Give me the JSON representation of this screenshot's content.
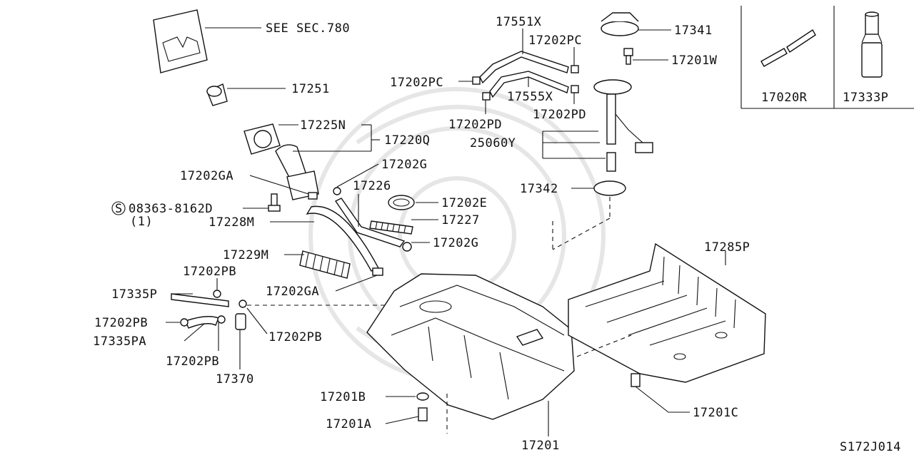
{
  "diagram_code": "S172J014",
  "labels": {
    "see_sec": "SEE SEC.780",
    "p17251": "17251",
    "p17225N": "17225N",
    "p17220Q": "17220Q",
    "p17202GA_top": "17202GA",
    "p17202G_top": "17202G",
    "p17226": "17226",
    "p17202E": "17202E",
    "p17227": "17227",
    "p08363": "08363-8162D",
    "p08363_qty": "(1)",
    "s_mark": "S",
    "p17228M": "17228M",
    "p17202G_mid": "17202G",
    "p17229M": "17229M",
    "p17202PB_top": "17202PB",
    "p17202GA_bot": "17202GA",
    "p17335P": "17335P",
    "p17202PB_left": "17202PB",
    "p17335PA": "17335PA",
    "p17202PB_right": "17202PB",
    "p17202PB_bot": "17202PB",
    "p17370": "17370",
    "p17551X": "17551X",
    "p17202PC_right": "17202PC",
    "p17202PC_left": "17202PC",
    "p17555X": "17555X",
    "p17202PD_left": "17202PD",
    "p17202PD_right": "17202PD",
    "p17341": "17341",
    "p17201W": "17201W",
    "p25060Y": "25060Y",
    "p17342": "17342",
    "p17285P": "17285P",
    "p17201B": "17201B",
    "p17201A": "17201A",
    "p17201": "17201",
    "p17201C": "17201C",
    "p17020R": "17020R",
    "p17333P": "17333P"
  }
}
